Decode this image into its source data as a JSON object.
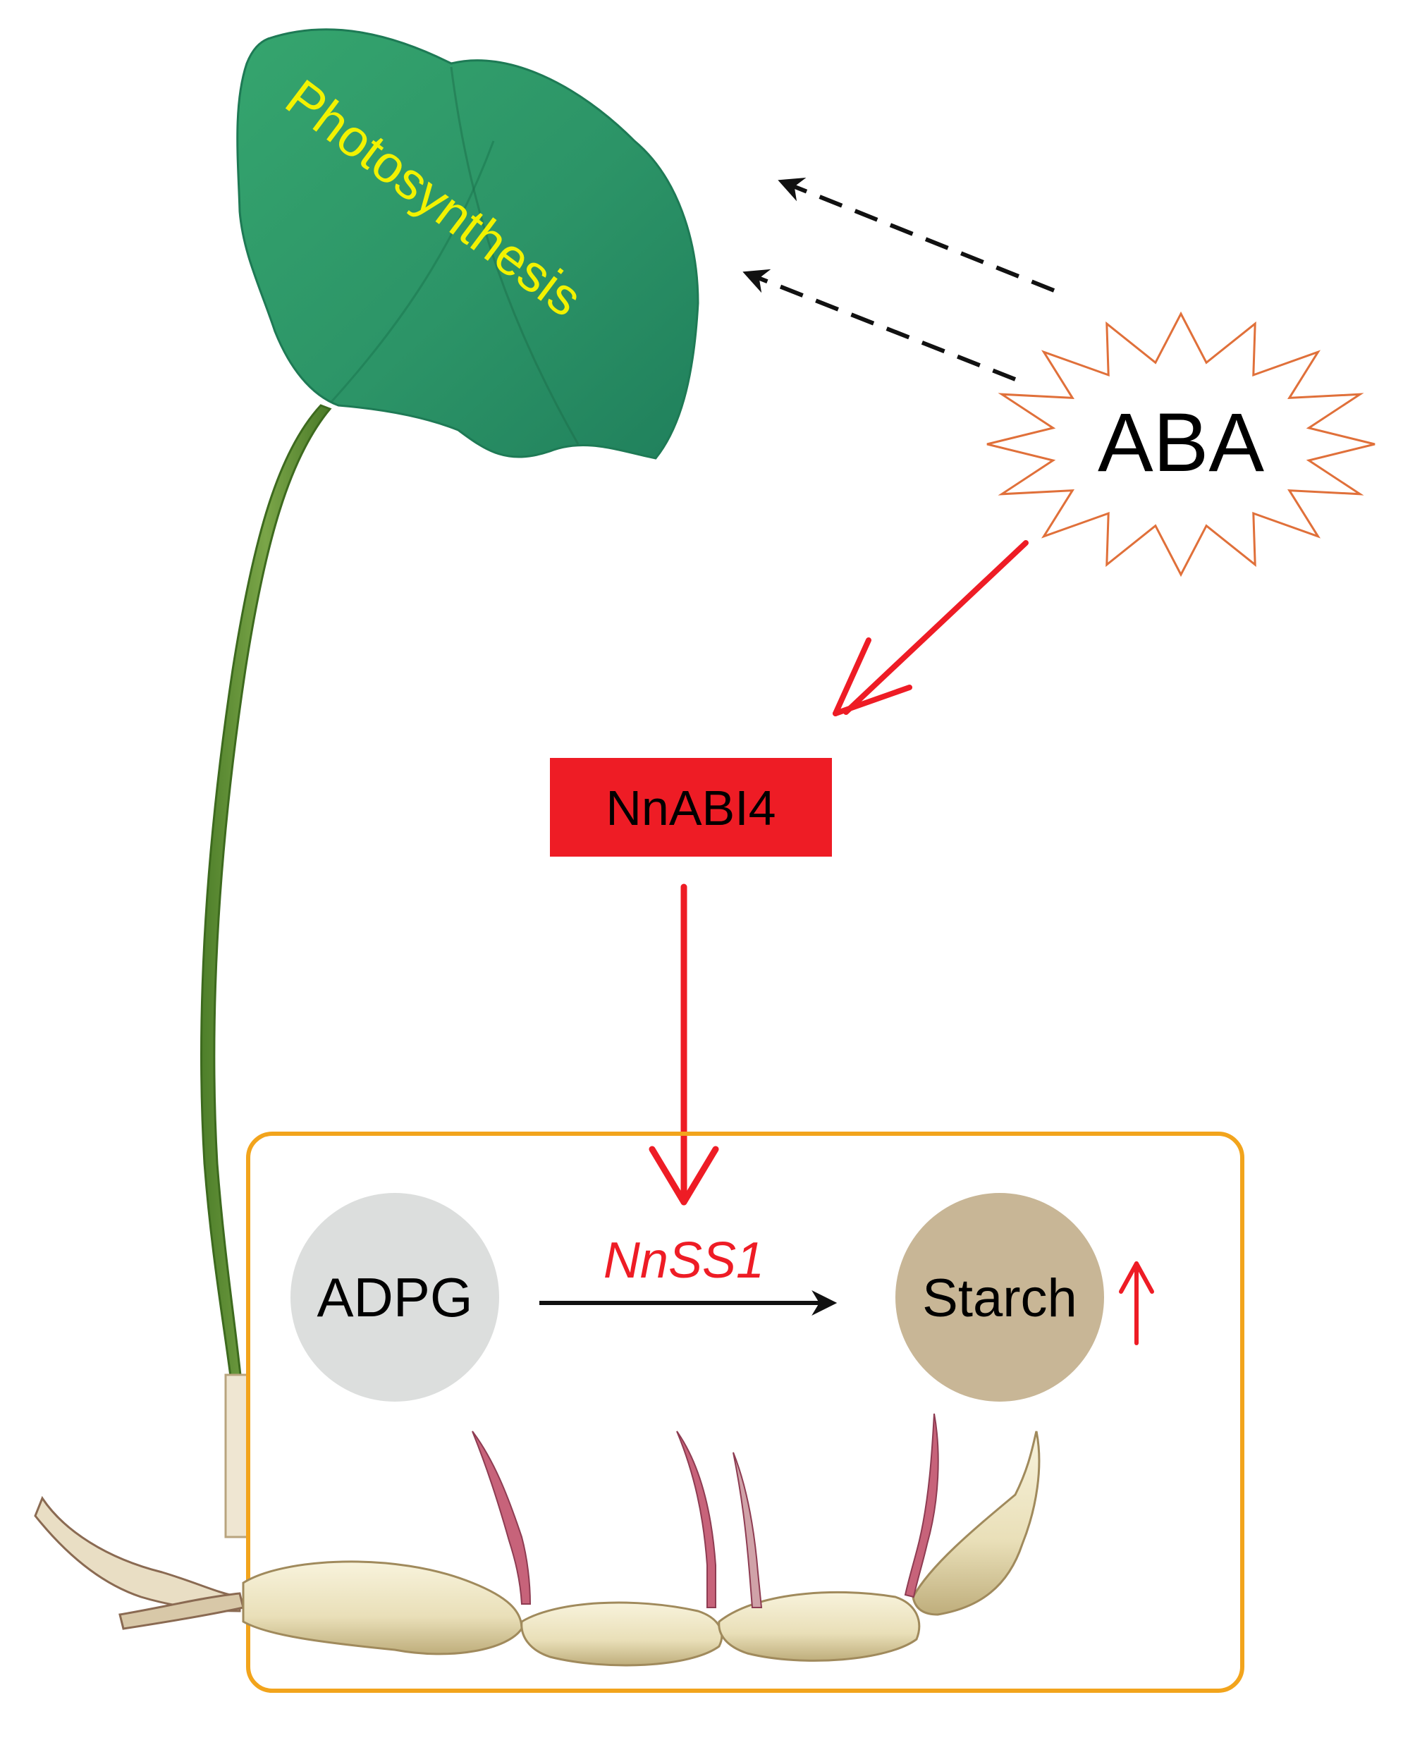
{
  "leaf": {
    "label": "Photosynthesis",
    "label_color": "#f2f200",
    "fill": "#2f9b6b"
  },
  "hormone": {
    "label": "ABA",
    "outline_color": "#e0703a"
  },
  "regulator": {
    "label": "NnABI4",
    "fill": "#ee1c25"
  },
  "pathway": {
    "substrate": {
      "label": "ADPG",
      "fill": "#dcdedd"
    },
    "enzyme": {
      "label": "NnSS1",
      "color": "#ee1c25"
    },
    "product": {
      "label": "Starch",
      "fill": "#c8b696"
    },
    "increase_symbol": "↑",
    "box_color": "#f2a41c"
  },
  "colors": {
    "activation": "#ee1c25",
    "dashed": "#111111"
  }
}
